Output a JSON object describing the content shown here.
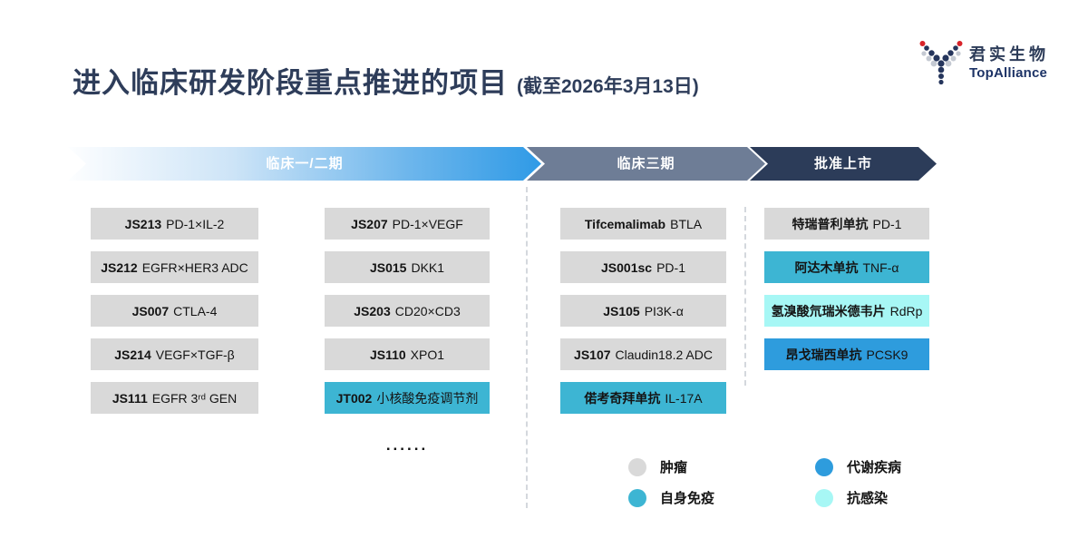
{
  "slide": {
    "title": "进入临床研发阶段重点推进的项目",
    "subtitle": "(截至2026年3月13日)"
  },
  "logo": {
    "name_cn": "君实生物",
    "name_en": "TopAlliance",
    "navy": "#25355c",
    "gray": "#c4c9d2",
    "red": "#d8232a"
  },
  "stages": [
    {
      "label": "临床一/二期",
      "fill": "linear-gradient(90deg, #fdfeff 0%, #cde4f7 35%, #6db6ec 72%, #2f9ae6 100%)"
    },
    {
      "label": "临床三期",
      "fill": "#6e7d96"
    },
    {
      "label": "批准上市",
      "fill": "#2c3c59"
    }
  ],
  "pipeline": {
    "category_colors": {
      "oncology": "#d9d9d9",
      "autoimmune": "#3db5d3",
      "anti_infection": "#a7f7f5",
      "metabolic": "#2e9cdd"
    },
    "columns": [
      {
        "stage": "临床一/二期",
        "items": [
          {
            "name": "JS213",
            "target": "PD-1×IL-2",
            "category": "oncology"
          },
          {
            "name": "JS212",
            "target": "EGFR×HER3 ADC",
            "category": "oncology"
          },
          {
            "name": "JS007",
            "target": "CTLA-4",
            "category": "oncology"
          },
          {
            "name": "JS214",
            "target": "VEGF×TGF-β",
            "category": "oncology"
          },
          {
            "name": "JS111",
            "target": "EGFR 3ʳᵈ GEN",
            "category": "oncology"
          }
        ]
      },
      {
        "stage": "临床一/二期",
        "items": [
          {
            "name": "JS207",
            "target": "PD-1×VEGF",
            "category": "oncology"
          },
          {
            "name": "JS015",
            "target": "DKK1",
            "category": "oncology"
          },
          {
            "name": "JS203",
            "target": "CD20×CD3",
            "category": "oncology"
          },
          {
            "name": "JS110",
            "target": "XPO1",
            "category": "oncology"
          },
          {
            "name": "JT002",
            "target": "小核酸免疫调节剂",
            "category": "autoimmune"
          }
        ]
      },
      {
        "stage": "临床三期",
        "items": [
          {
            "name": "Tifcemalimab",
            "target": "BTLA",
            "category": "oncology"
          },
          {
            "name": "JS001sc",
            "target": "PD-1",
            "category": "oncology"
          },
          {
            "name": "JS105",
            "target": "PI3K-α",
            "category": "oncology"
          },
          {
            "name": "JS107",
            "target": "Claudin18.2 ADC",
            "category": "oncology"
          },
          {
            "name": "偌考奇拜单抗",
            "target": "IL-17A",
            "category": "autoimmune"
          }
        ]
      },
      {
        "stage": "批准上市",
        "items": [
          {
            "name": "特瑞普利单抗",
            "target": "PD-1",
            "category": "oncology"
          },
          {
            "name": "阿达木单抗",
            "target": "TNF-α",
            "category": "autoimmune"
          },
          {
            "name": "氢溴酸氘瑞米德韦片",
            "target": "RdRp",
            "category": "anti_infection"
          },
          {
            "name": "昂戈瑞西单抗",
            "target": "PCSK9",
            "category": "metabolic"
          }
        ]
      }
    ],
    "ellipsis": "......"
  },
  "legend": [
    {
      "label": "肿瘤",
      "color": "#d9d9d9",
      "category": "oncology"
    },
    {
      "label": "代谢疾病",
      "color": "#2e9cdd",
      "category": "metabolic"
    },
    {
      "label": "自身免疫",
      "color": "#3db5d3",
      "category": "autoimmune"
    },
    {
      "label": "抗感染",
      "color": "#a7f7f5",
      "category": "anti_infection"
    }
  ]
}
